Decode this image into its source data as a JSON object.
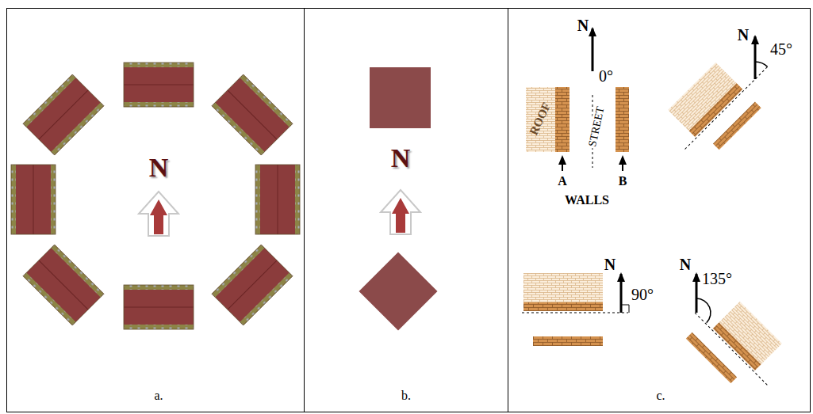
{
  "diagram": {
    "labels": [
      "N",
      "N",
      "a.",
      "b.",
      "N",
      "0°",
      "ROOF",
      "STREET",
      "A",
      "B",
      "WALLS",
      "N",
      "45°",
      "N",
      "90°",
      "N",
      "135°",
      "c."
    ]
  }
}
